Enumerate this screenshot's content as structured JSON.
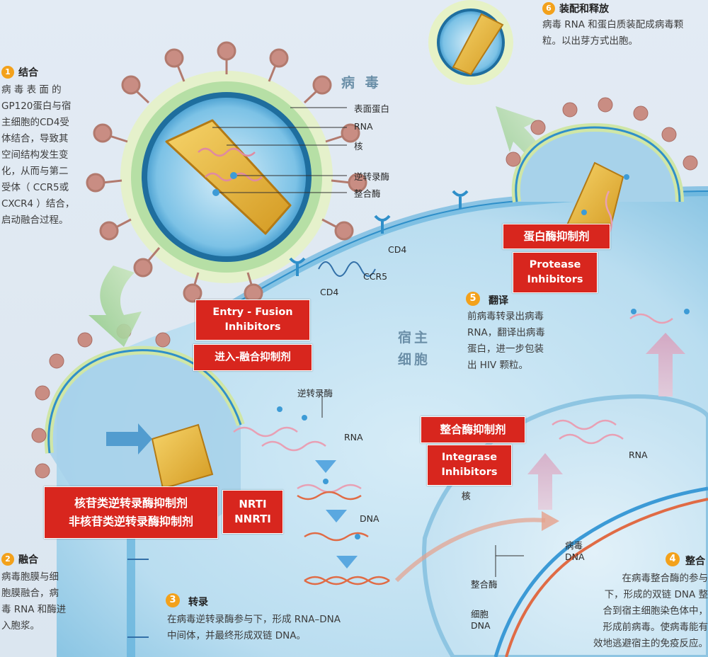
{
  "colors": {
    "panel_red": "#d8261e",
    "step_badge": "#f3a11b",
    "host_cell": "#a9d3ea",
    "virus_core": "#e7b93a"
  },
  "labels": {
    "virus": "病 毒",
    "host_cell_line1": "宿主",
    "host_cell_line2": "细胞",
    "surface_protein": "表面蛋白",
    "rna": "RNA",
    "nucleus": "核",
    "reverse_transcriptase": "逆转录酶",
    "integrase": "整合酶",
    "cd4_a": "CD4",
    "cd4_b": "CD4",
    "ccr5": "CCR5",
    "rt_label2": "逆转录酶",
    "rna2": "RNA",
    "dna": "DNA",
    "rna3": "RNA",
    "viral_dna_1": "病毒",
    "viral_dna_2": "DNA",
    "integrase2": "整合酶",
    "cell_dna_1": "细胞",
    "cell_dna_2": "DNA",
    "nucleus_side": "核"
  },
  "steps": {
    "binding": {
      "icon": "1",
      "title": "结合",
      "lines": [
        "病 毒 表 面 的",
        "GP120蛋白与宿",
        "主细胞的CD4受",
        "体结合，导致其",
        "空间结构发生变",
        "化，从而与第二",
        "受体（ CCR5或",
        "CXCR4 ）结合，",
        "启动融合过程。"
      ]
    },
    "fusion": {
      "icon": "2",
      "title": "融合",
      "lines": [
        "病毒胞膜与细",
        "胞膜融合，病",
        "毒 RNA 和酶进",
        "入胞浆。"
      ]
    },
    "transcription": {
      "number": "3",
      "title": "转录",
      "lines": [
        "在病毒逆转录酶参与下，形成 RNA–DNA",
        "中间体，并最终形成双链 DNA。"
      ]
    },
    "integration": {
      "number": "4",
      "title": "整合",
      "lines": [
        "在病毒整合酶的参与",
        "下，形成的双链 DNA 整",
        "合到宿主细胞染色体中，",
        "形成前病毒。使病毒能有",
        "效地逃避宿主的免疫反应。"
      ]
    },
    "translation": {
      "number": "5",
      "title": "翻译",
      "lines": [
        "前病毒转录出病毒",
        "RNA，翻译出病毒",
        "蛋白，进一步包装",
        "出 HIV 颗粒。"
      ]
    },
    "assembly": {
      "icon": "6",
      "title": "装配和释放",
      "lines": [
        "病毒 RNA 和蛋白质装配成病毒颗",
        "粒。以出芽方式出胞。"
      ]
    }
  },
  "panels": {
    "entry_en": [
      "Entry - Fusion",
      "Inhibitors"
    ],
    "entry_cn": "进入-融合抑制剂",
    "nrti_cn": [
      "核苷类逆转录酶抑制剂",
      "非核苷类逆转录酶抑制剂"
    ],
    "nrti_en": [
      "NRTI",
      "NNRTI"
    ],
    "integrase_cn": "整合酶抑制剂",
    "integrase_en": [
      "Integrase",
      "Inhibitors"
    ],
    "protease_cn": "蛋白酶抑制剂",
    "protease_en": [
      "Protease",
      "Inhibitors"
    ]
  }
}
